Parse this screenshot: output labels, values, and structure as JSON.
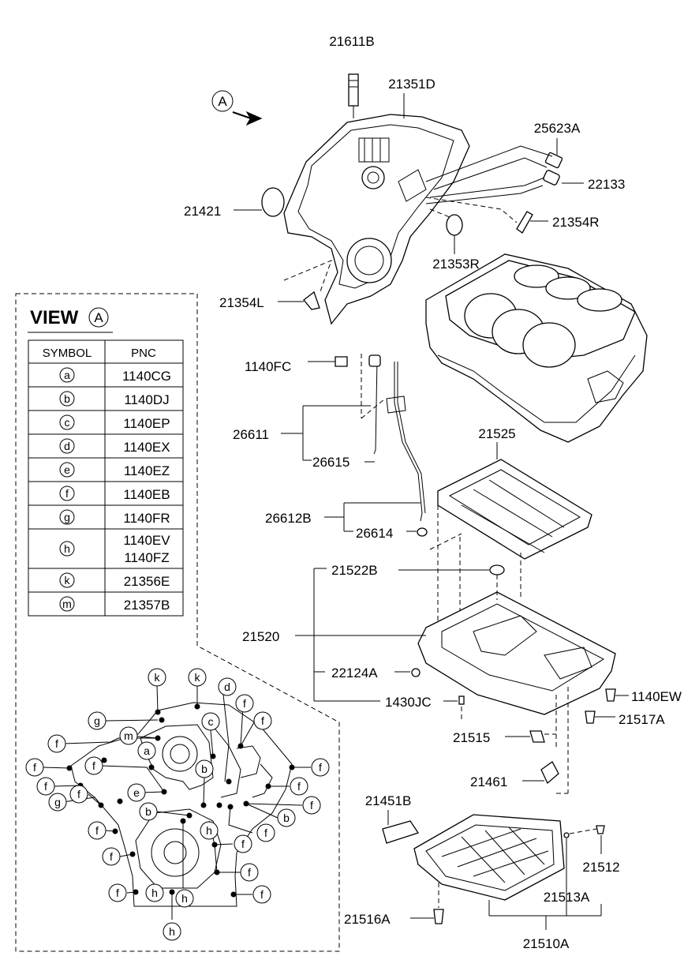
{
  "view_marker": "A",
  "parts": {
    "p21611B": "21611B",
    "p21351D": "21351D",
    "p25623A": "25623A",
    "p22133": "22133",
    "p21421": "21421",
    "p21354R": "21354R",
    "p21353R": "21353R",
    "p21354L": "21354L",
    "p1140FC": "1140FC",
    "p26611": "26611",
    "p26615": "26615",
    "p21525": "21525",
    "p26612B": "26612B",
    "p26614": "26614",
    "p21522B": "21522B",
    "p21520": "21520",
    "p22124A": "22124A",
    "p1430JC": "1430JC",
    "p1140EW": "1140EW",
    "p21517A": "21517A",
    "p21515": "21515",
    "p21461": "21461",
    "p21451B": "21451B",
    "p21512": "21512",
    "p21513A": "21513A",
    "p21516A": "21516A",
    "p21510A": "21510A"
  },
  "view": {
    "title": "VIEW",
    "marker": "A",
    "col_symbol": "SYMBOL",
    "col_pnc": "PNC",
    "rows": [
      {
        "symbol": "a",
        "pnc": "1140CG"
      },
      {
        "symbol": "b",
        "pnc": "1140DJ"
      },
      {
        "symbol": "c",
        "pnc": "1140EP"
      },
      {
        "symbol": "d",
        "pnc": "1140EX"
      },
      {
        "symbol": "e",
        "pnc": "1140EZ"
      },
      {
        "symbol": "f",
        "pnc": "1140EB"
      },
      {
        "symbol": "g",
        "pnc": "1140FR"
      },
      {
        "symbol": "h",
        "pnc": "1140EV",
        "pnc2": "1140FZ"
      },
      {
        "symbol": "k",
        "pnc": "21356E"
      },
      {
        "symbol": "m",
        "pnc": "21357B"
      }
    ]
  },
  "callouts": {
    "k1": "k",
    "k2": "k",
    "d": "d",
    "c": "c",
    "g1": "g",
    "m": "m",
    "a": "a",
    "b1": "b",
    "b2": "b",
    "b3": "b",
    "e": "e",
    "g2": "g",
    "h1": "h",
    "h2": "h",
    "h3": "h",
    "h4": "h",
    "f": "f"
  }
}
